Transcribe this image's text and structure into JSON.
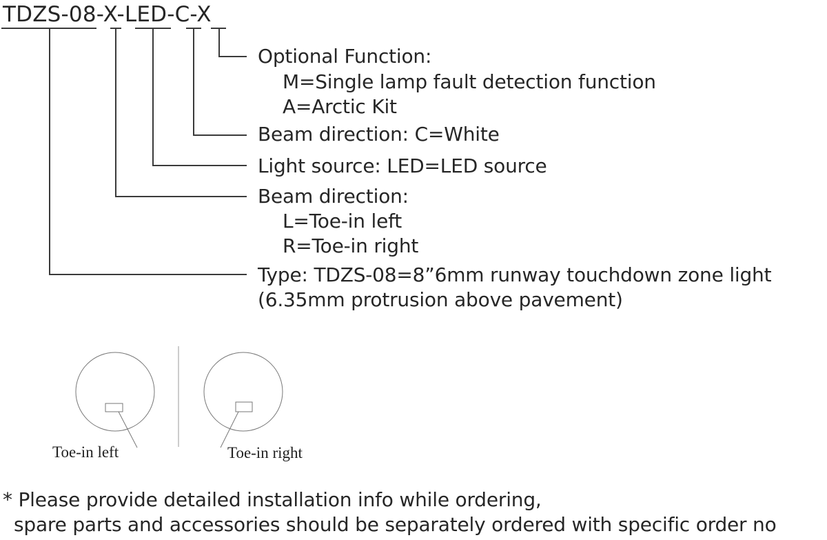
{
  "model_code": "TDZS-08-X-LED-C-X",
  "legend": {
    "optional_function": {
      "heading": "Optional Function:",
      "options": [
        "M=Single lamp fault detection function",
        "A=Arctic Kit"
      ]
    },
    "beam_direction_color": "Beam direction: C=White",
    "light_source": "Light source: LED=LED source",
    "beam_direction": {
      "heading": "Beam direction:",
      "options": [
        "L=Toe-in left",
        "R=Toe-in right"
      ]
    },
    "type": {
      "line1": "Type: TDZS-08=8”6mm runway touchdown zone light",
      "line2": "(6.35mm protrusion above pavement)"
    }
  },
  "figures": {
    "left_label": "Toe-in left",
    "right_label": "Toe-in right"
  },
  "footnote": {
    "line1": "* Please provide detailed installation info while ordering,",
    "line2": "spare parts and accessories should be separately ordered with specific order no"
  }
}
